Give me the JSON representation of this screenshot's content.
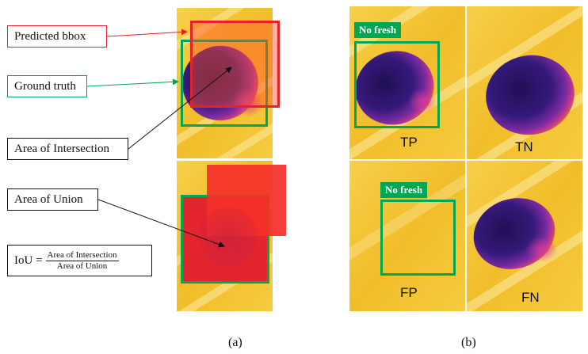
{
  "panel_a": {
    "predicted_label": "Predicted bbox",
    "ground_truth_label": "Ground truth",
    "intersection_label": "Area of Intersection",
    "union_label": "Area of Union",
    "iou_lhs": "IoU =",
    "iou_numerator": "Area of Intersection",
    "iou_denominator": "Area of Union",
    "caption": "(a)"
  },
  "panel_b": {
    "tag_tp": "No fresh",
    "tag_fp": "No fresh",
    "tp": "TP",
    "tn": "TN",
    "fp": "FP",
    "fn": "FN",
    "caption": "(b)"
  },
  "colors": {
    "predicted": "#e8202a",
    "ground_truth": "#00a651",
    "thermal_bg": "#f3c12b",
    "egg_dark": "#2b1466",
    "egg_mid": "#6a2a9a",
    "egg_hot": "#c0388e"
  }
}
